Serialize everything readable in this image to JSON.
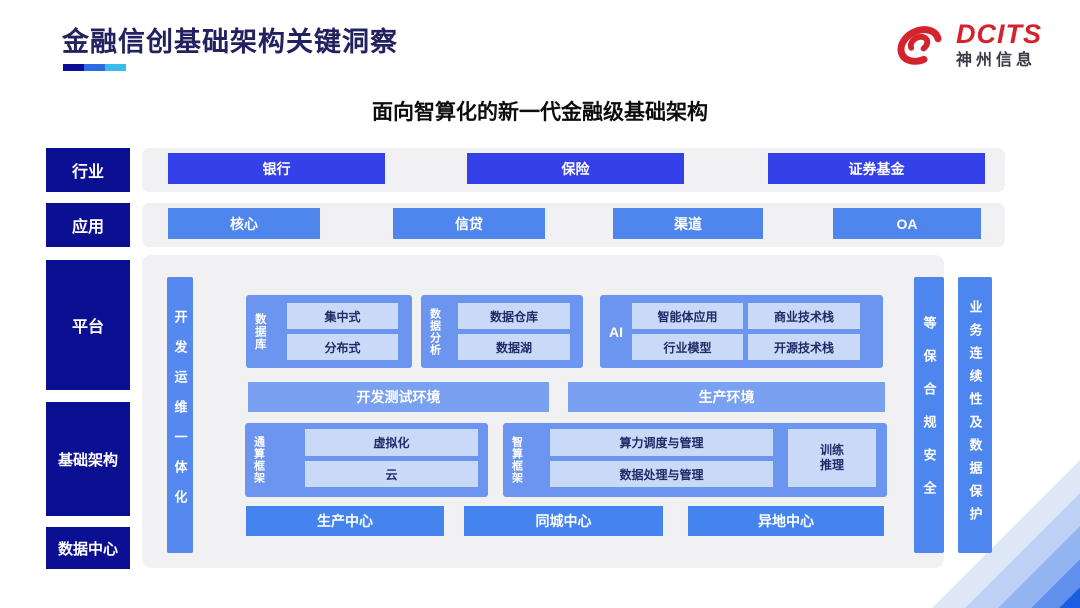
{
  "header": {
    "title": "金融信创基础架构关键洞察",
    "logo": {
      "brand": "DCITS",
      "subbrand": "神州信息"
    },
    "subtitle": "面向智算化的新一代金融级基础架构"
  },
  "colors": {
    "title_navy": "#23215f",
    "logo_red": "#d5232e",
    "label_navy": "#0b0f91",
    "industry_blue": "#3440e8",
    "app_blue": "#4f86ee",
    "container_blue": "#6c95ef",
    "env_blue": "#7aa0f1",
    "inner_light_blue": "#c9daf8",
    "panel_gray": "#f1f1f3",
    "underline": [
      "#0a0e96",
      "#2d6be4",
      "#38bcee"
    ]
  },
  "industry_row": {
    "label": "行业",
    "items": [
      "银行",
      "保险",
      "证券基金"
    ]
  },
  "application_row": {
    "label": "应用",
    "items": [
      "核心",
      "信贷",
      "渠道",
      "OA"
    ]
  },
  "side_labels": {
    "platform": "平台",
    "infrastructure": "基础架构",
    "datacenter": "数据中心"
  },
  "platform": {
    "devops_bar": "开发运维一体化",
    "database": {
      "label": "数据库",
      "items": [
        "集中式",
        "分布式"
      ]
    },
    "analytics": {
      "label": "数据分析",
      "items": [
        "数据仓库",
        "数据湖"
      ]
    },
    "ai": {
      "label": "AI",
      "items": [
        "智能体应用",
        "商业技术栈",
        "行业模型",
        "开源技术栈"
      ]
    },
    "environments": [
      "开发测试环境",
      "生产环境"
    ],
    "general_compute": {
      "label": "通算框架",
      "items": [
        "虚拟化",
        "云"
      ]
    },
    "ai_compute": {
      "label": "智算框架",
      "items": [
        "算力调度与管理",
        "数据处理与管理"
      ],
      "side_box": "训练推理"
    },
    "centers": [
      "生产中心",
      "同城中心",
      "异地中心"
    ],
    "security_bar": "等保合规安全",
    "continuity_bar": "业务连续性及数据保护"
  }
}
